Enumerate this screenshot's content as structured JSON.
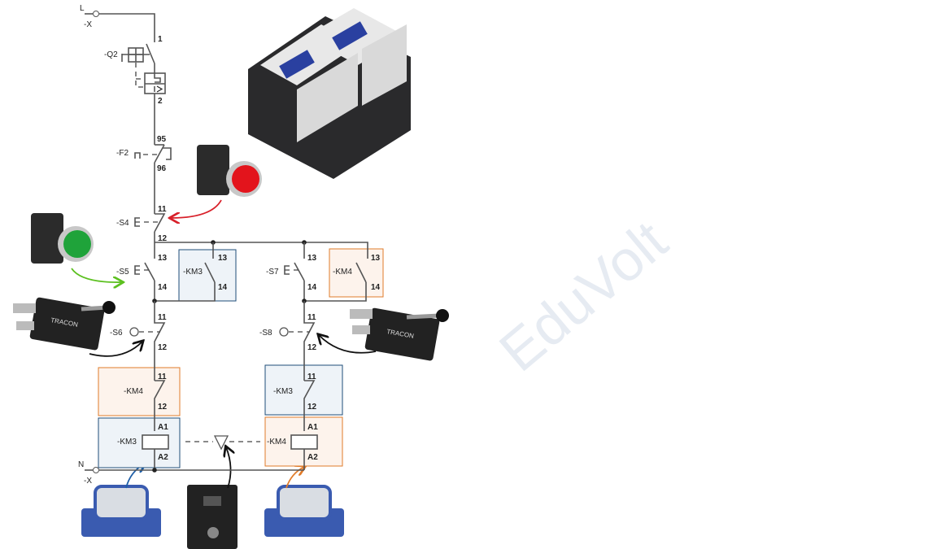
{
  "terminals": {
    "top": "-X",
    "top_pin": "L",
    "bottom": "-X",
    "bottom_pin": "N"
  },
  "q2": {
    "label": "-Q2",
    "pin_top": "1",
    "pin_bottom": "2"
  },
  "f2": {
    "label": "-F2",
    "pin_top": "95",
    "pin_bottom": "96"
  },
  "s4": {
    "label": "-S4",
    "pin_top": "11",
    "pin_bottom": "12"
  },
  "s5": {
    "label": "-S5",
    "pin_top": "13",
    "pin_bottom": "14"
  },
  "km3_hold": {
    "label": "-KM3",
    "pin_top": "13",
    "pin_bottom": "14"
  },
  "s7": {
    "label": "-S7",
    "pin_top": "13",
    "pin_bottom": "14"
  },
  "km4_hold": {
    "label": "-KM4",
    "pin_top": "13",
    "pin_bottom": "14"
  },
  "s6": {
    "label": "-S6",
    "pin_top": "11",
    "pin_bottom": "12"
  },
  "s8": {
    "label": "-S8",
    "pin_top": "11",
    "pin_bottom": "12"
  },
  "km4_interlock": {
    "label": "-KM4",
    "pin_top": "11",
    "pin_bottom": "12"
  },
  "km3_interlock": {
    "label": "-KM3",
    "pin_top": "11",
    "pin_bottom": "12"
  },
  "km3_coil": {
    "label": "-KM3",
    "pin_top": "A1",
    "pin_bottom": "A2"
  },
  "km4_coil": {
    "label": "-KM4",
    "pin_top": "A1",
    "pin_bottom": "A2"
  },
  "photos": {
    "switch_brand": "TRACON",
    "watermark": "EduVolt"
  },
  "colors": {
    "blue_box": "#1f4e79",
    "orange_box": "#e07b2a",
    "red_arrow": "#d8202a",
    "green_arrow": "#5cc020",
    "blue_arrow": "#1f5fa8"
  }
}
